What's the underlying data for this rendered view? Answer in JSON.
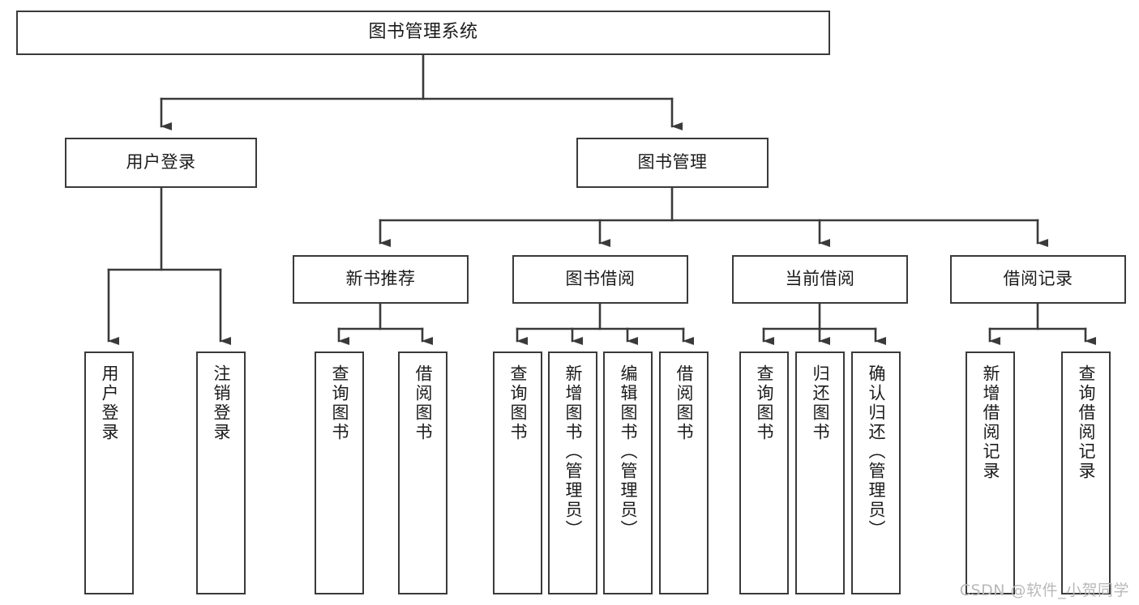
{
  "diagram": {
    "type": "tree",
    "title": "图书管理系统",
    "stroke_color": "#3a3a3a",
    "fill_color": "#ffffff",
    "text_color": "#1b1b1b",
    "root": {
      "label": "图书管理系统"
    },
    "level2": [
      {
        "label": "用户登录"
      },
      {
        "label": "图书管理"
      }
    ],
    "level3": [
      {
        "label": "新书推荐"
      },
      {
        "label": "图书借阅"
      },
      {
        "label": "当前借阅"
      },
      {
        "label": "借阅记录"
      }
    ],
    "leaves": {
      "user_login": [
        {
          "label": "用户登录"
        },
        {
          "label": "注销登录"
        }
      ],
      "new_book_recommend": [
        {
          "label": "查询图书"
        },
        {
          "label": "借阅图书"
        }
      ],
      "book_borrow": [
        {
          "label": "查询图书"
        },
        {
          "label": "新增图书（管理员）"
        },
        {
          "label": "编辑图书（管理员）"
        },
        {
          "label": "借阅图书"
        }
      ],
      "current_borrow": [
        {
          "label": "查询图书"
        },
        {
          "label": "归还图书"
        },
        {
          "label": "确认归还（管理员）"
        }
      ],
      "borrow_record": [
        {
          "label": "新增借阅记录"
        },
        {
          "label": "查询借阅记录"
        }
      ]
    }
  },
  "watermark": {
    "text": "CSDN @软件_小贺同学",
    "color": "#b9b9b9"
  }
}
